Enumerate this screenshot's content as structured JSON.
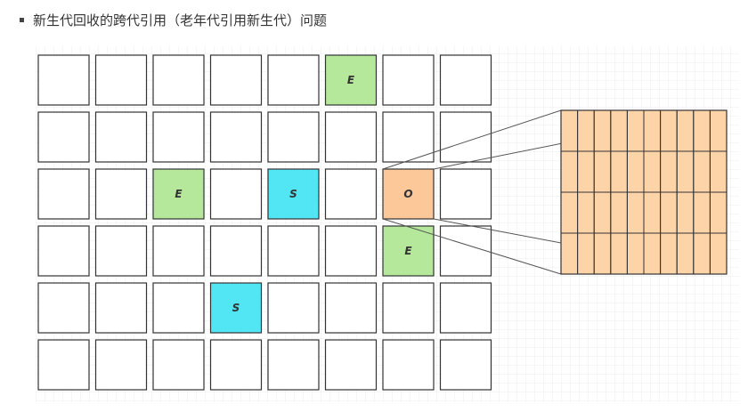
{
  "heading": "新生代回收的跨代引用（老年代引用新生代）问题",
  "grid": {
    "rows": 6,
    "cols": 8,
    "cells": [
      {
        "row": 0,
        "col": 5,
        "label": "E",
        "kind": "eden"
      },
      {
        "row": 2,
        "col": 2,
        "label": "E",
        "kind": "eden"
      },
      {
        "row": 2,
        "col": 4,
        "label": "S",
        "kind": "survivor"
      },
      {
        "row": 2,
        "col": 6,
        "label": "O",
        "kind": "old"
      },
      {
        "row": 3,
        "col": 6,
        "label": "E",
        "kind": "eden"
      },
      {
        "row": 4,
        "col": 3,
        "label": "S",
        "kind": "survivor"
      }
    ]
  },
  "card_table": {
    "rows": 4,
    "cols": 10,
    "zoom_of": {
      "row": 2,
      "col": 6
    }
  },
  "colors": {
    "eden": "#b5e89a",
    "survivor": "#52e6f5",
    "old": "#fcc89a",
    "empty": "#ffffff",
    "card_fill": "#fdd4a8",
    "line": "#333333"
  }
}
